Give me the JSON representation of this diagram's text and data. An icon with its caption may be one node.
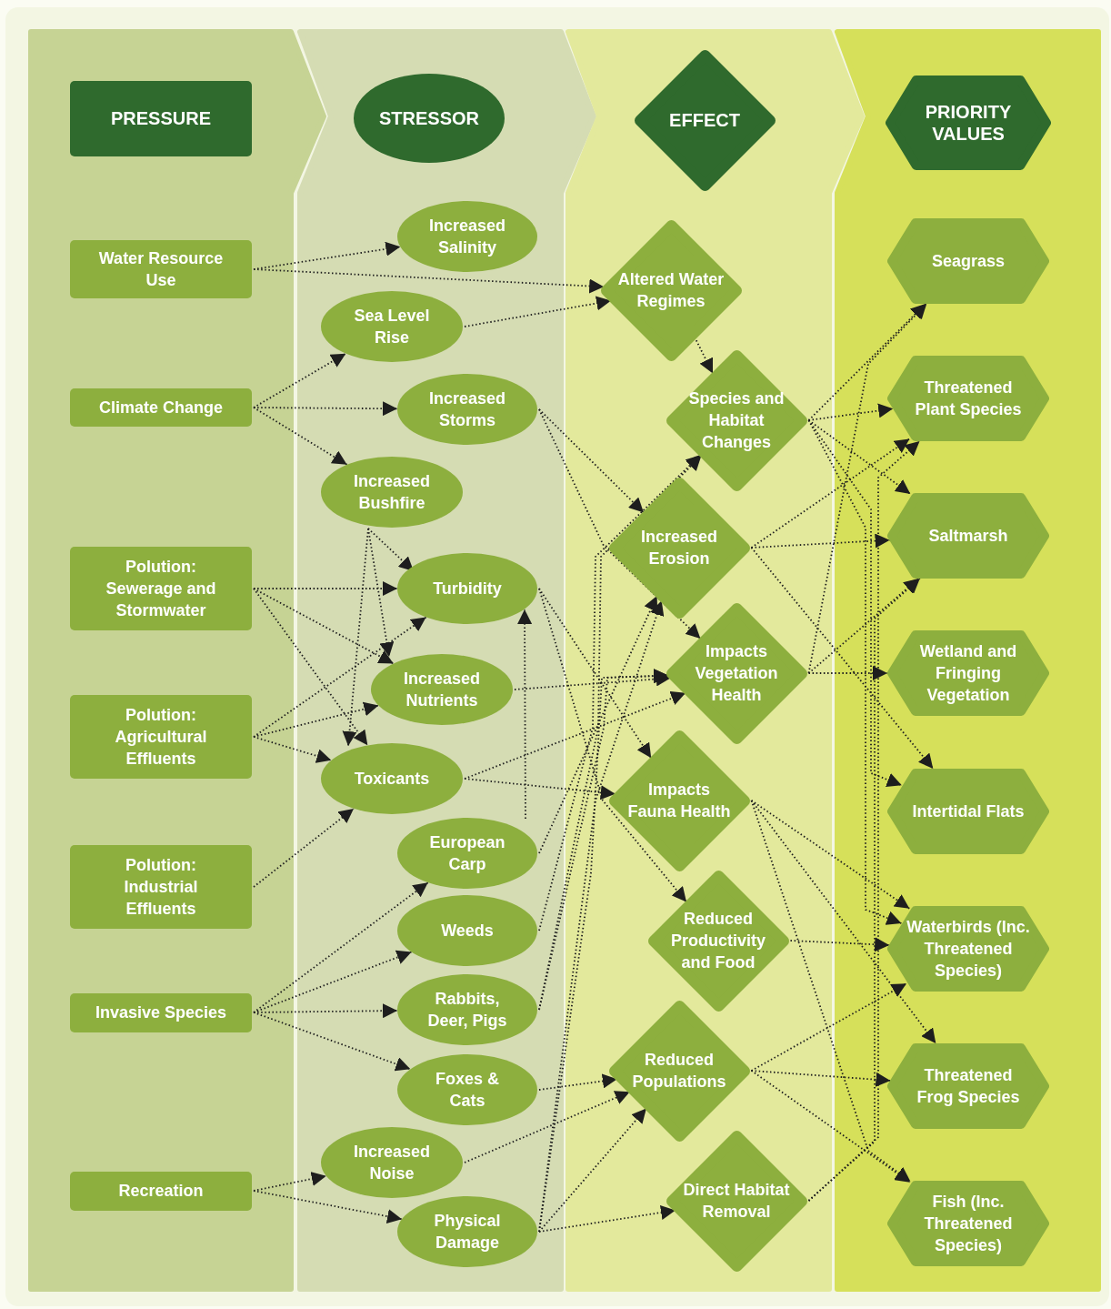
{
  "diagram": {
    "nodes": [
      {
        "text": [
          "PRESSURE"
        ]
      },
      {
        "text": [
          "STRESSOR"
        ]
      },
      {
        "text": [
          "EFFECT"
        ]
      },
      {
        "text": [
          "PRIORITY VALUES"
        ]
      },
      {
        "text": [
          "Water Resource Use"
        ]
      },
      {
        "text": [
          "Climate Change"
        ]
      },
      {
        "text": [
          "Polution: Sewerage and Stormwater"
        ]
      },
      {
        "text": [
          "Polution: Agricultural Effluents"
        ]
      },
      {
        "text": [
          "Polution: Industrial Effluents"
        ]
      },
      {
        "text": [
          "Invasive Species"
        ]
      },
      {
        "text": [
          "Recreation"
        ]
      },
      {
        "text": [
          "Increased Salinity"
        ]
      },
      {
        "text": [
          "Sea Level Rise"
        ]
      },
      {
        "text": [
          "Increased Storms"
        ]
      },
      {
        "text": [
          "Increased Bushfire"
        ]
      },
      {
        "text": [
          "Turbidity"
        ]
      },
      {
        "text": [
          "Increased Nutrients"
        ]
      },
      {
        "text": [
          "Toxicants"
        ]
      },
      {
        "text": [
          "European Carp"
        ]
      },
      {
        "text": [
          "Weeds"
        ]
      },
      {
        "text": [
          "Rabbits, Deer, Pigs"
        ]
      },
      {
        "text": [
          "Foxes & Cats"
        ]
      },
      {
        "text": [
          "Increased Noise"
        ]
      },
      {
        "text": [
          "Physical Damage"
        ]
      },
      {
        "text": [
          "Altered Water Regimes"
        ]
      },
      {
        "text": [
          "Species and Habitat Changes"
        ]
      },
      {
        "text": [
          "Increased Erosion"
        ]
      },
      {
        "text": [
          "Impacts Vegetation Health"
        ]
      },
      {
        "text": [
          "Impacts Fauna Health"
        ]
      },
      {
        "text": [
          "Reduced Productivity and Food"
        ]
      },
      {
        "text": [
          "Reduced Populations"
        ]
      },
      {
        "text": [
          "Direct Habitat Removal"
        ]
      },
      {
        "text": [
          "Seagrass"
        ]
      },
      {
        "text": [
          "Threatened Plant Species"
        ]
      },
      {
        "text": [
          "Saltmarsh"
        ]
      },
      {
        "text": [
          "Wetland and Fringing Vegetation"
        ]
      },
      {
        "text": [
          "Intertidal Flats"
        ]
      },
      {
        "text": [
          "Waterbirds (Inc. Threatened Species)"
        ]
      },
      {
        "text": [
          "Threatened Frog Species"
        ]
      },
      {
        "text": [
          "Fish (Inc. Threatened Species)"
        ]
      }
    ],
    "edges": [
      {
        "from": 4,
        "to": 11,
        "arrow": "to",
        "style": "dashed"
      },
      {
        "from": 4,
        "to": 24,
        "arrow": "to",
        "style": "dashed"
      },
      {
        "from": 5,
        "to": 12,
        "arrow": "to",
        "style": "dashed"
      },
      {
        "from": 5,
        "to": 13,
        "arrow": "to",
        "style": "dashed"
      },
      {
        "from": 5,
        "to": 14,
        "arrow": "to",
        "style": "dashed"
      },
      {
        "from": 12,
        "to": 24,
        "arrow": "to",
        "style": "dashed"
      },
      {
        "from": 6,
        "to": 15,
        "arrow": "to",
        "style": "dashed"
      },
      {
        "from": 6,
        "to": 16,
        "arrow": "to",
        "style": "dashed"
      },
      {
        "from": 6,
        "to": 17,
        "arrow": "to",
        "style": "dashed"
      },
      {
        "from": 7,
        "to": 15,
        "arrow": "to",
        "style": "dashed"
      },
      {
        "from": 7,
        "to": 16,
        "arrow": "to",
        "style": "dashed"
      },
      {
        "from": 7,
        "to": 17,
        "arrow": "to",
        "style": "dashed"
      },
      {
        "from": 8,
        "to": 17,
        "arrow": "to",
        "style": "dashed"
      },
      {
        "from": 14,
        "to": 15,
        "arrow": "to",
        "style": "dashed"
      },
      {
        "from": 14,
        "to": 16,
        "arrow": "to",
        "style": "dashed"
      },
      {
        "from": 14,
        "to": 17,
        "arrow": "to",
        "style": "dashed"
      },
      {
        "from": 9,
        "to": 18,
        "arrow": "to",
        "style": "dashed"
      },
      {
        "from": 9,
        "to": 19,
        "arrow": "to",
        "style": "dashed"
      },
      {
        "from": 9,
        "to": 20,
        "arrow": "to",
        "style": "dashed"
      },
      {
        "from": 9,
        "to": 21,
        "arrow": "to",
        "style": "dashed"
      },
      {
        "from": 10,
        "to": 22,
        "arrow": "to",
        "style": "dashed"
      },
      {
        "from": 10,
        "to": 23,
        "arrow": "to",
        "style": "dashed"
      },
      {
        "from": 24,
        "to": 25,
        "arrow": "to",
        "style": "dashed"
      },
      {
        "from": 13,
        "to": 26,
        "arrow": "to",
        "style": "dashed"
      },
      {
        "from": 13,
        "to": 27,
        "arrow": "to",
        "style": "dashed"
      },
      {
        "from": 15,
        "to": 28,
        "arrow": "to",
        "style": "dashed"
      },
      {
        "from": 15,
        "to": 29,
        "arrow": "to",
        "style": "dashed"
      },
      {
        "from": 16,
        "to": 27,
        "arrow": "to",
        "style": "dashed"
      },
      {
        "from": 17,
        "to": 27,
        "arrow": "to",
        "style": "dashed"
      },
      {
        "from": 17,
        "to": 28,
        "arrow": "to",
        "style": "dashed"
      },
      {
        "from": 18,
        "to": 15,
        "arrow": "to",
        "style": "dashed"
      },
      {
        "from": 18,
        "to": 26,
        "arrow": "to",
        "style": "dashed"
      },
      {
        "from": 19,
        "to": 25,
        "arrow": "to",
        "style": "dashed"
      },
      {
        "from": 20,
        "to": 25,
        "arrow": "to",
        "style": "dashed"
      },
      {
        "from": 20,
        "to": 27,
        "arrow": "to",
        "style": "dashed"
      },
      {
        "from": 21,
        "to": 30,
        "arrow": "to",
        "style": "dashed"
      },
      {
        "from": 22,
        "to": 30,
        "arrow": "to",
        "style": "dashed"
      },
      {
        "from": 23,
        "to": 26,
        "arrow": "to",
        "style": "dashed"
      },
      {
        "from": 23,
        "to": 27,
        "arrow": "to",
        "style": "dashed"
      },
      {
        "from": 23,
        "to": 30,
        "arrow": "to",
        "style": "dashed"
      },
      {
        "from": 23,
        "to": 31,
        "arrow": "to",
        "style": "dashed"
      },
      {
        "from": 25,
        "to": 32,
        "arrow": "to",
        "style": "dashed"
      },
      {
        "from": 25,
        "to": 33,
        "arrow": "to",
        "style": "dashed"
      },
      {
        "from": 25,
        "to": 34,
        "arrow": "to",
        "style": "dashed"
      },
      {
        "from": 25,
        "to": 36,
        "arrow": "to",
        "style": "dashed"
      },
      {
        "from": 25,
        "to": 37,
        "arrow": "to",
        "style": "dashed"
      },
      {
        "from": 26,
        "to": 33,
        "arrow": "to",
        "style": "dashed"
      },
      {
        "from": 26,
        "to": 34,
        "arrow": "to",
        "style": "dashed"
      },
      {
        "from": 26,
        "to": 36,
        "arrow": "to",
        "style": "dashed"
      },
      {
        "from": 27,
        "to": 32,
        "arrow": "to",
        "style": "dashed"
      },
      {
        "from": 27,
        "to": 34,
        "arrow": "to",
        "style": "dashed"
      },
      {
        "from": 27,
        "to": 35,
        "arrow": "to",
        "style": "dashed"
      },
      {
        "from": 28,
        "to": 37,
        "arrow": "to",
        "style": "dashed"
      },
      {
        "from": 28,
        "to": 38,
        "arrow": "to",
        "style": "dashed"
      },
      {
        "from": 28,
        "to": 39,
        "arrow": "to",
        "style": "dashed"
      },
      {
        "from": 29,
        "to": 37,
        "arrow": "to",
        "style": "dashed"
      },
      {
        "from": 30,
        "to": 37,
        "arrow": "to",
        "style": "dashed"
      },
      {
        "from": 30,
        "to": 38,
        "arrow": "to",
        "style": "dashed"
      },
      {
        "from": 30,
        "to": 39,
        "arrow": "to",
        "style": "dashed"
      },
      {
        "from": 31,
        "to": 33,
        "arrow": "to",
        "style": "dashed"
      },
      {
        "from": 31,
        "to": 34,
        "arrow": "to",
        "style": "dashed"
      }
    ]
  }
}
